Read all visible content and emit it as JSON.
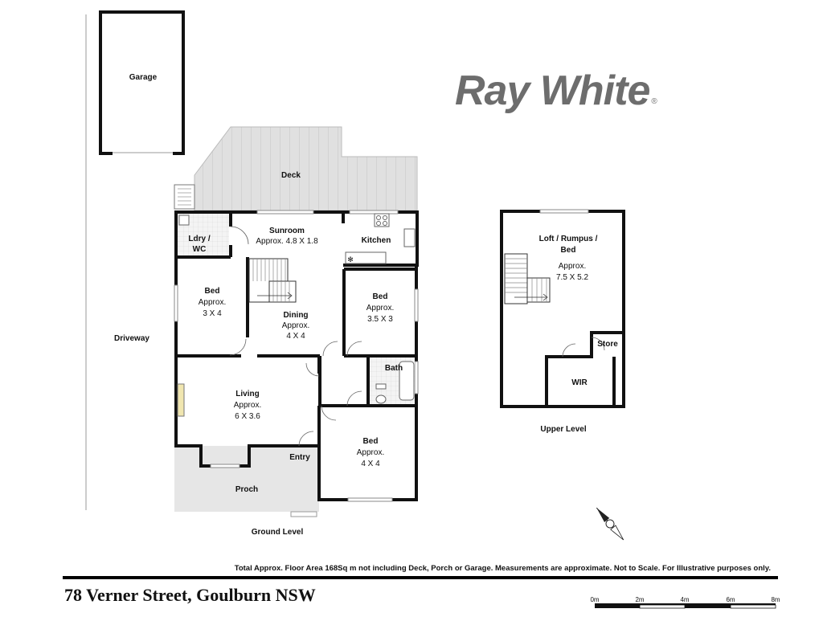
{
  "brand": {
    "name": "Ray White",
    "mark": "®",
    "color": "#6d6d6d"
  },
  "address": "78 Verner Street, Goulburn NSW",
  "disclaimer": "Total Approx. Floor Area 168Sq m not including Deck, Porch or Garage. Measurements are approximate. Not to Scale. For Illustrative purposes only.",
  "levels": {
    "ground": "Ground Level",
    "upper": "Upper Level"
  },
  "rooms": {
    "garage": "Garage",
    "deck": "Deck",
    "driveway": "Driveway",
    "laundry": {
      "name_1": "Ldry /",
      "name_2": "WC"
    },
    "sunroom": {
      "name": "Sunroom",
      "size": "Approx. 4.8 X 1.8"
    },
    "kitchen": "Kitchen",
    "bed_1": {
      "name": "Bed",
      "approx": "Approx.",
      "size": "3 X 4"
    },
    "dining": {
      "name": "Dining",
      "approx": "Approx.",
      "size": "4 X 4"
    },
    "bed_2": {
      "name": "Bed",
      "approx": "Approx.",
      "size": "3.5 X 3"
    },
    "bath": "Bath",
    "living": {
      "name": "Living",
      "approx": "Approx.",
      "size": "6 X 3.6"
    },
    "entry": "Entry",
    "bed_3": {
      "name": "Bed",
      "approx": "Approx.",
      "size": "4 X 4"
    },
    "porch": "Proch",
    "loft": {
      "name_1": "Loft / Rumpus /",
      "name_2": "Bed",
      "approx": "Approx.",
      "size": "7.5 X 5.2"
    },
    "store": "Store",
    "wir": "WIR"
  },
  "scale": {
    "ticks": [
      "0m",
      "2m",
      "4m",
      "6m",
      "8m"
    ]
  },
  "colors": {
    "wall": "#111111",
    "deck": "#dedede",
    "porch": "#e6e6e6",
    "wet_tile": "#f2f2f2"
  }
}
